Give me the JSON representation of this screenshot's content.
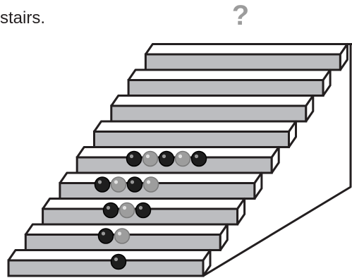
{
  "caption": "stairs.",
  "question_mark": "?",
  "colors": {
    "step_front": "#bcbdc0",
    "step_top": "#ffffff",
    "outline": "#231f20",
    "ball_black": "#1e1e1e",
    "ball_gray": "#9d9d9d"
  },
  "steps": [
    {
      "step": 1,
      "balls": [
        "black"
      ]
    },
    {
      "step": 2,
      "balls": [
        "black",
        "gray"
      ]
    },
    {
      "step": 3,
      "balls": [
        "black",
        "gray",
        "black"
      ]
    },
    {
      "step": 4,
      "balls": [
        "black",
        "gray",
        "black",
        "gray"
      ]
    },
    {
      "step": 5,
      "balls": [
        "black",
        "gray",
        "black",
        "gray",
        "black"
      ]
    },
    {
      "step": 6,
      "balls": []
    },
    {
      "step": 7,
      "balls": []
    },
    {
      "step": 8,
      "balls": []
    },
    {
      "step": 9,
      "balls": []
    }
  ]
}
